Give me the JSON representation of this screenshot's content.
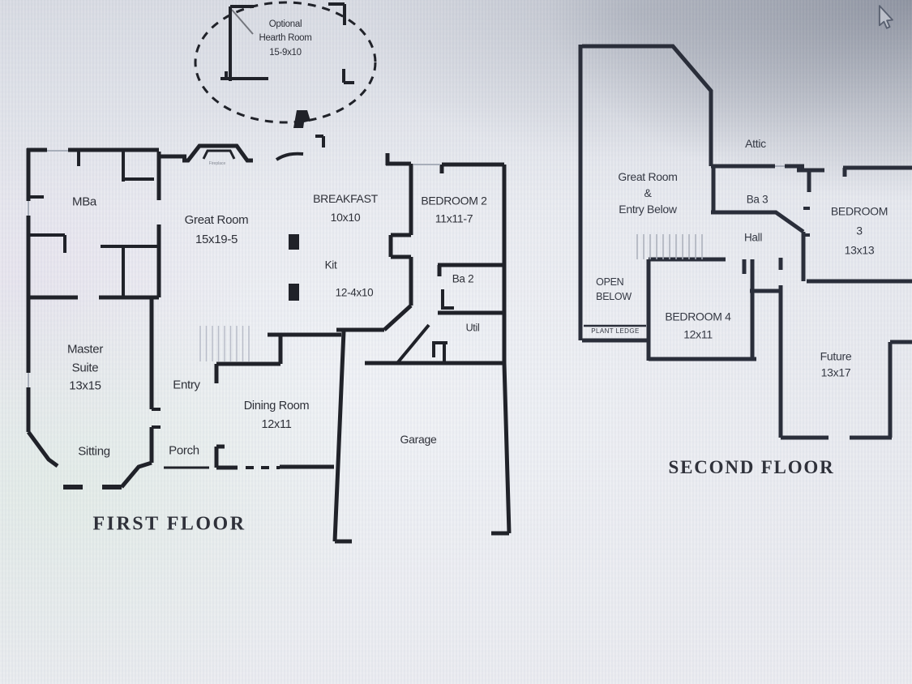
{
  "floor1": {
    "title": "FIRST FLOOR",
    "hearth_room": "Optional\nHearth Room\n15-9x10",
    "fireplace": "Fireplace",
    "mba": "MBa",
    "great_room": "Great Room\n15x19-5",
    "breakfast": "BREAKFAST\n10x10",
    "bedroom2": "BEDROOM  2\n11x11-7",
    "kit": "Kit",
    "kit_dims": "12-4x10",
    "ba2": "Ba 2",
    "util": "Util",
    "master_suite": "Master\nSuite\n13x15",
    "entry": "Entry",
    "dining_room": "Dining  Room\n12x11",
    "sitting": "Sitting",
    "porch": "Porch",
    "garage": "Garage"
  },
  "floor2": {
    "title": "SECOND FLOOR",
    "attic": "Attic",
    "great_room_below": "Great Room\n&\nEntry Below",
    "ba3": "Ba 3",
    "hall": "Hall",
    "bedroom3": "BEDROOM  3\n13x13",
    "open_below": "OPEN\nBELOW",
    "plant_ledge": "PLANT LEDGE",
    "bedroom4": "BEDROOM  4\n12x11",
    "future": "Future\n13x17"
  },
  "colors": {
    "wall_first_floor": "#202229",
    "wall_second_floor": "#2a2e3a",
    "background": "#e6e8ee"
  }
}
